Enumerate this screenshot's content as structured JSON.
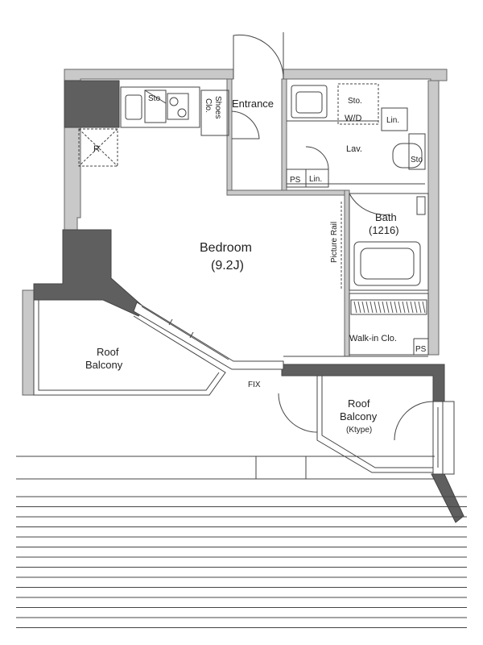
{
  "rooms": {
    "entrance": "Entrance",
    "shoes_clo": [
      "Shoes",
      "Clo."
    ],
    "bedroom_name": "Bedroom",
    "bedroom_size": "(9.2J)",
    "lav": "Lav.",
    "bath_name": "Bath",
    "bath_size": "(1216)",
    "walkin": "Walk-in Clo.",
    "picture_rail": "Picture Rail",
    "roof_balcony_left": [
      "Roof",
      "Balcony"
    ],
    "roof_balcony_right": [
      "Roof",
      "Balcony"
    ],
    "ktype": "(Ktype)",
    "fix": "FIX"
  },
  "fixtures": {
    "sto_kitchen": "Sto",
    "sto_lav": "Sto.",
    "sto_toilet": "Sto",
    "wd": "W/D",
    "lin_lav": "Lin.",
    "lin_hall": "Lin.",
    "ps_hall": "PS",
    "ps_walkin": "PS",
    "fridge": "R"
  }
}
